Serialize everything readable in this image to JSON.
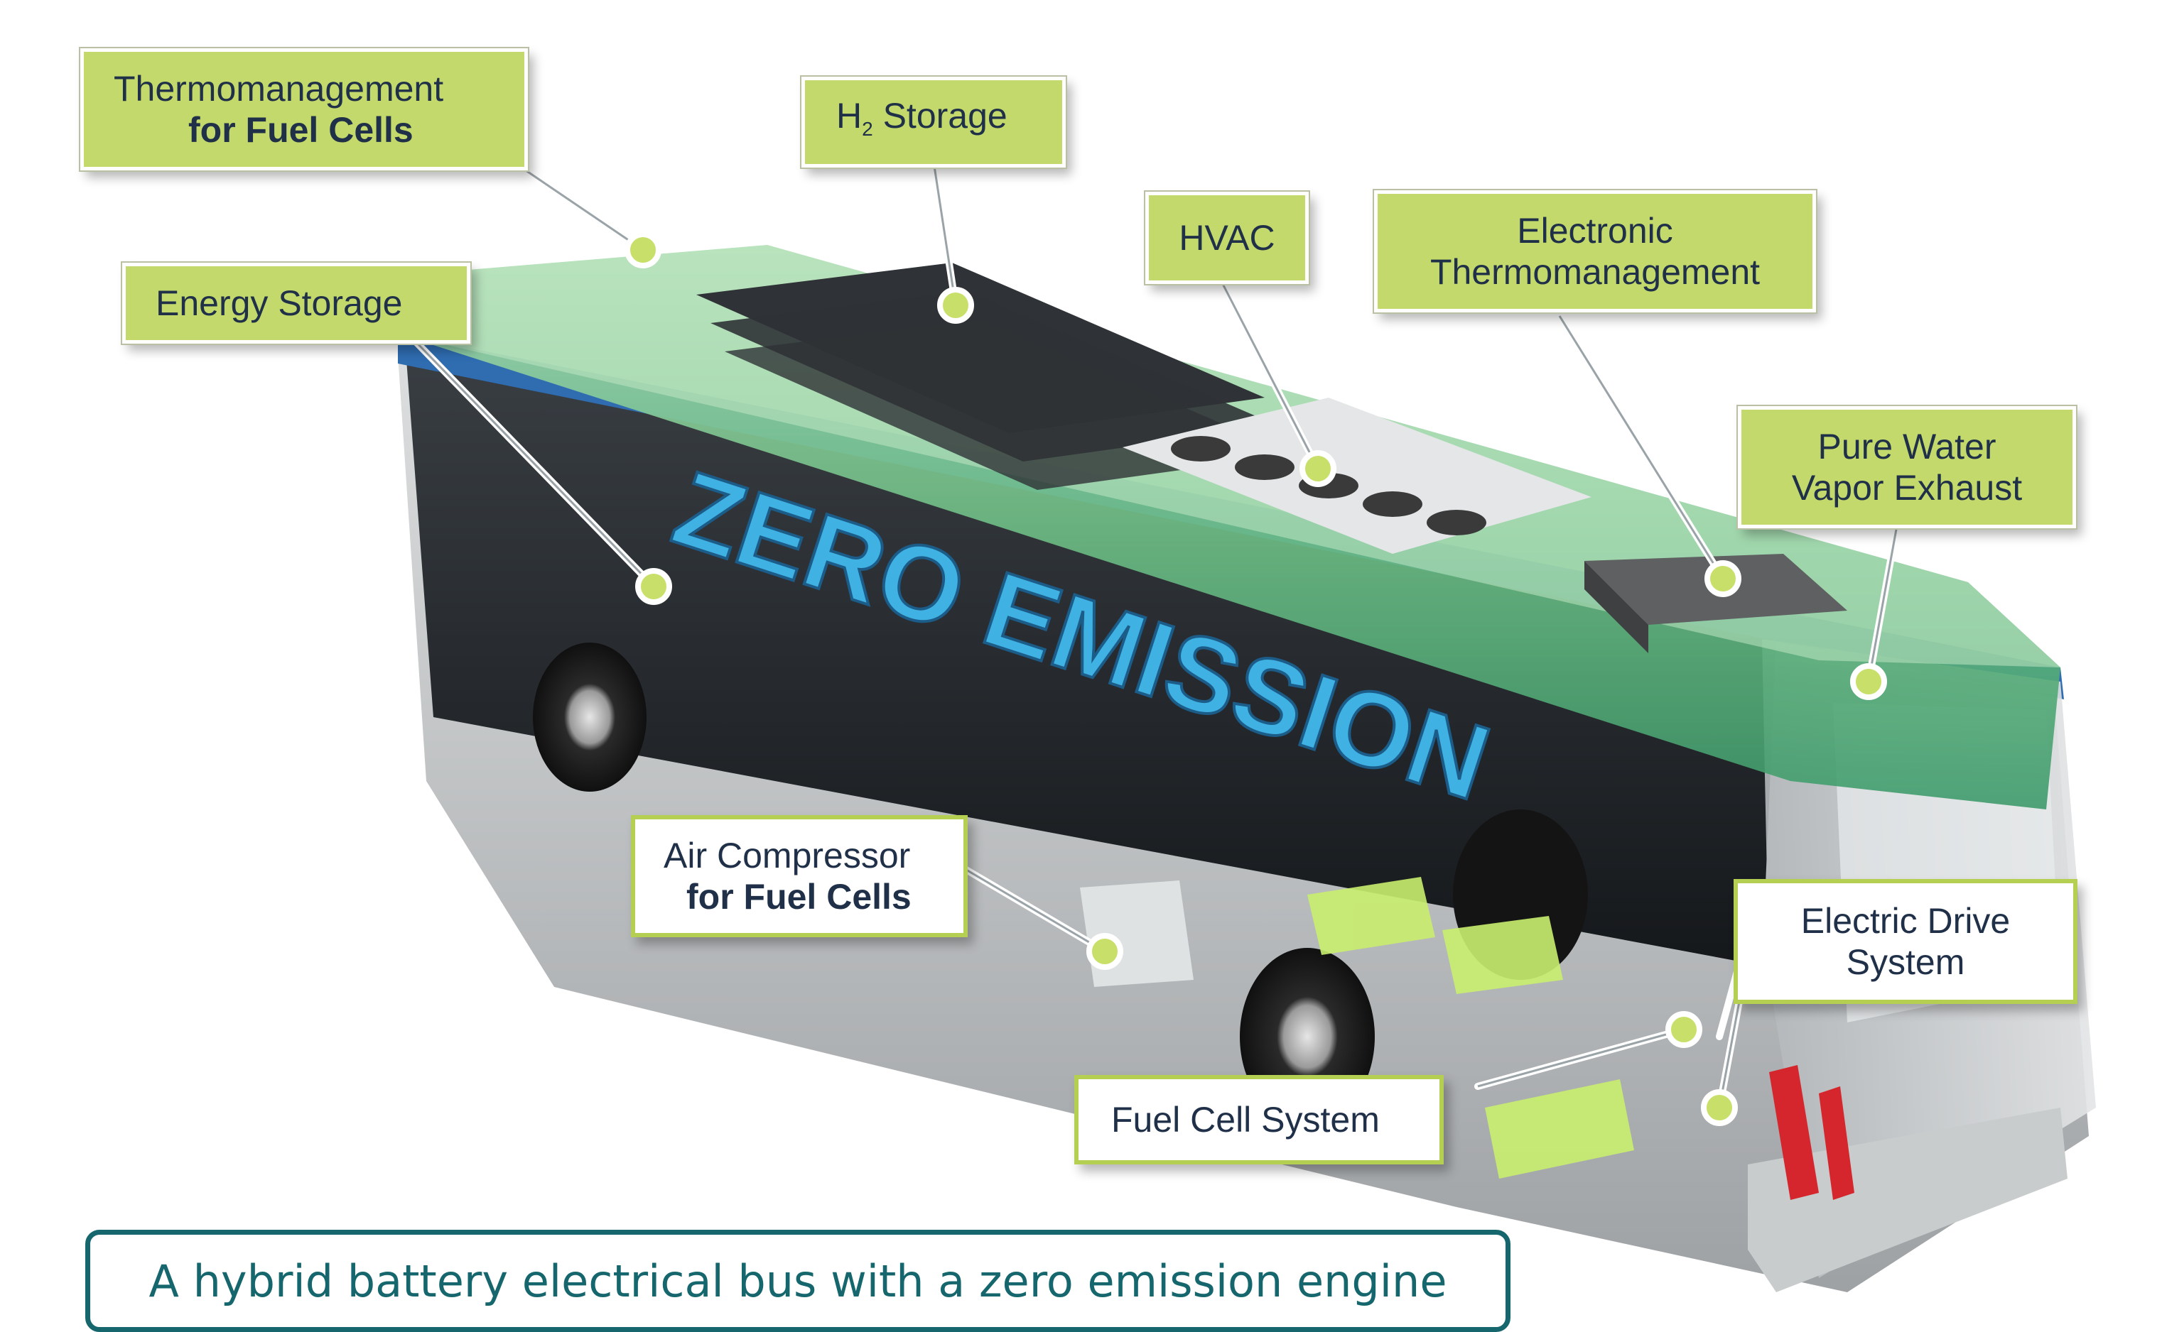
{
  "bus_lettering": "ZERO EMISSION",
  "callouts": {
    "thermo_fuel": {
      "line1": "Thermomanagement",
      "line2": "for Fuel Cells"
    },
    "h2_storage": {
      "main": "H",
      "sub": "2",
      "rest": " Storage"
    },
    "hvac": "HVAC",
    "electronic_thermo": {
      "line1": "Electronic",
      "line2": "Thermomanagement"
    },
    "energy_storage": "Energy Storage",
    "pure_water": {
      "line1": "Pure Water",
      "line2": "Vapor Exhaust"
    },
    "air_compressor": {
      "line1": "Air Compressor",
      "line2": "for Fuel Cells"
    },
    "electric_drive": {
      "line1": "Electric Drive",
      "line2": "System"
    },
    "fuel_cell": "Fuel Cell System"
  },
  "caption": "A hybrid battery electrical bus with a zero emission engine",
  "colors": {
    "callout_fill": "#c3d96b",
    "callout_text": "#1f3048",
    "leader_dot": "#c8e06a",
    "caption_border": "#16676d",
    "roof_green": "#7fc58a",
    "stripe_blue": "#2f6cb0",
    "lettering": "#3fb1e3"
  }
}
